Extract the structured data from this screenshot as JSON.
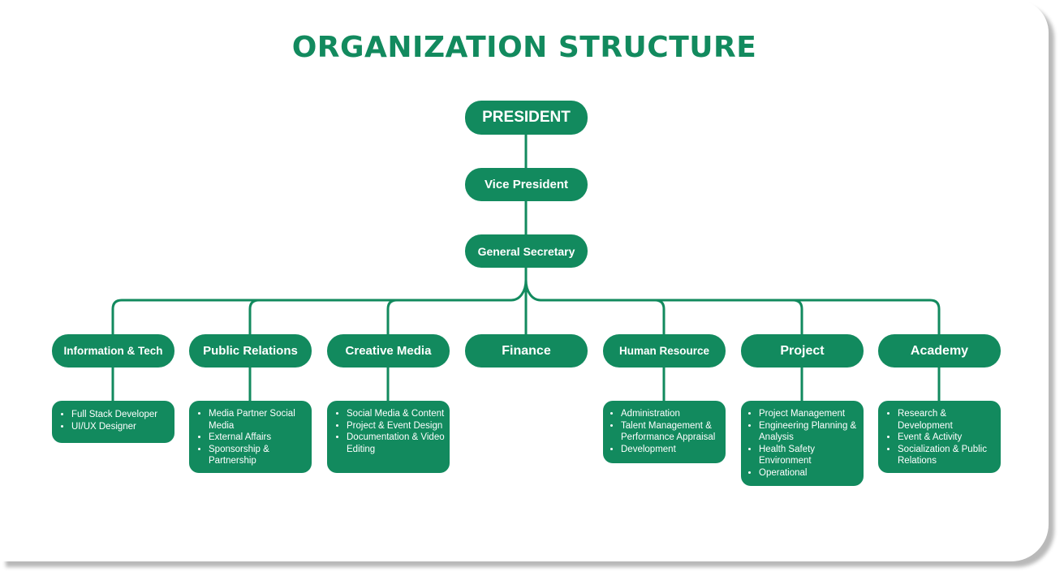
{
  "title": "ORGANIZATION STRUCTURE",
  "colors": {
    "primary": "#128a5e",
    "text_on_primary": "#ffffff",
    "background": "#ffffff"
  },
  "leadership": {
    "president": "PRESIDENT",
    "vice_president": "Vice President",
    "general_secretary": "General Secretary"
  },
  "departments": [
    {
      "name": "Information & Tech",
      "roles": [
        "Full Stack Developer",
        "UI/UX Designer"
      ]
    },
    {
      "name": "Public Relations",
      "roles": [
        "Media Partner Social Media",
        "External Affairs",
        "Sponsorship & Partnership"
      ]
    },
    {
      "name": "Creative Media",
      "roles": [
        "Social Media & Content",
        "Project & Event Design",
        "Documentation & Video Editing"
      ]
    },
    {
      "name": "Finance",
      "roles": []
    },
    {
      "name": "Human Resource",
      "roles": [
        "Administration",
        "Talent Management & Performance Appraisal",
        "Development"
      ]
    },
    {
      "name": "Project",
      "roles": [
        "Project Management",
        "Engineering Planning & Analysis",
        "Health Safety Environment",
        "Operational"
      ]
    },
    {
      "name": "Academy",
      "roles": [
        "Research & Development",
        "Event & Activity",
        "Socialization & Public Relations"
      ]
    }
  ]
}
